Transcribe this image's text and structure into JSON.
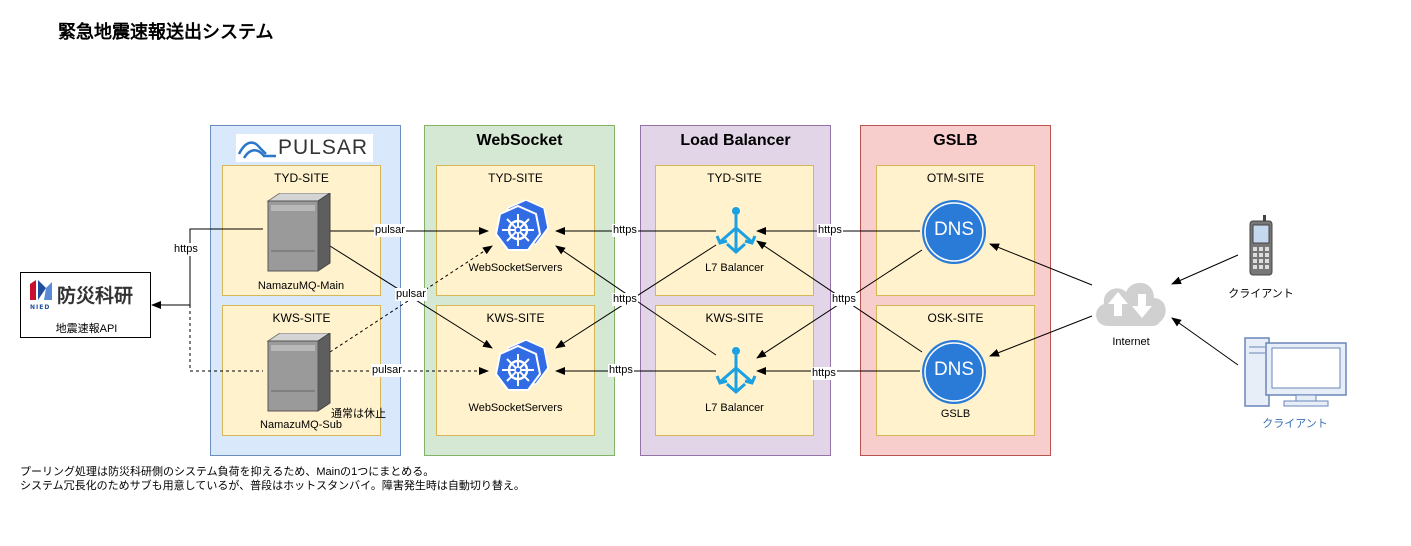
{
  "title": "緊急地震速報送出システム",
  "groups": {
    "pulsar": {
      "logo_text": "PULSAR"
    },
    "websocket": {
      "title": "WebSocket"
    },
    "load_balancer": {
      "title": "Load Balancer"
    },
    "gslb": {
      "title": "GSLB"
    }
  },
  "sites": {
    "pulsar_tyd": "TYD-SITE",
    "pulsar_kws": "KWS-SITE",
    "ws_tyd": "TYD-SITE",
    "ws_kws": "KWS-SITE",
    "lb_tyd": "TYD-SITE",
    "lb_kws": "KWS-SITE",
    "gslb_otm": "OTM-SITE",
    "gslb_osk": "OSK-SITE"
  },
  "nodes": {
    "mq_main": "NamazuMQ-Main",
    "mq_sub": "NamazuMQ-Sub",
    "mq_sub_note": "通常は休止",
    "ws_tyd": "WebSocketServers",
    "ws_kws": "WebSocketServers",
    "lb_tyd": "L7 Balancer",
    "lb_kws": "L7 Balancer",
    "dns_label": "DNS",
    "gslb_label": "GSLB",
    "internet": "Internet",
    "client_mobile": "クライアント",
    "client_pc": "クライアント",
    "nied_logo_text": "防災科研",
    "nied_sub": "NIED",
    "nied_api": "地震速報API"
  },
  "edge_labels": {
    "https_nied": "https",
    "pulsar_main": "pulsar",
    "pulsar_cross": "pulsar",
    "pulsar_sub": "pulsar",
    "https_lb_ws_tyd": "https",
    "https_cross": "https",
    "https_lb_ws_kws": "https",
    "https_dns_lb_tyd": "https",
    "https_dns_cross": "https",
    "https_dns_lb_kws": "https"
  },
  "notes": [
    "プーリング処理は防災科研側のシステム負荷を抑えるため、Mainの1つにまとめる。",
    "システム冗長化のためサブも用意しているが、普段はホットスタンバイ。障害発生時は自動切り替え。"
  ],
  "colors": {
    "kubernetes": "#326ce5",
    "dns": "#2a7bd8",
    "lb_icon": "#1ba1e2",
    "client_pc_label": "#3a6fb0"
  }
}
